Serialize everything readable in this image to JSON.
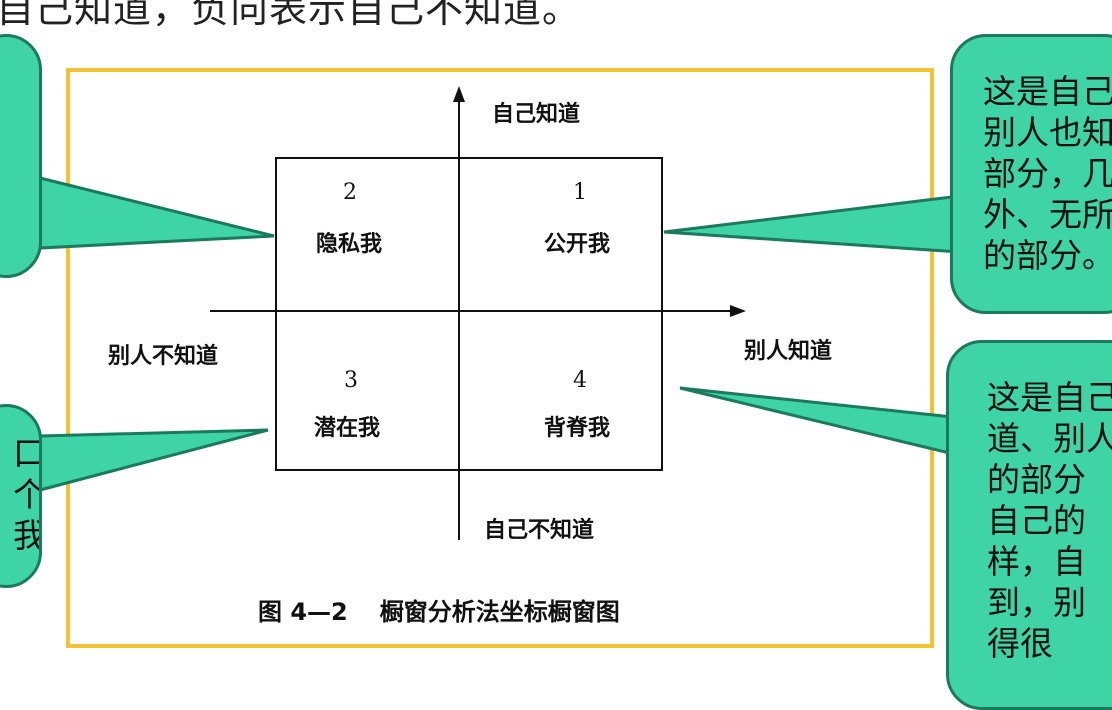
{
  "top_text": "自己知道，负向表示自己不知道。",
  "axes": {
    "top": "自己知道",
    "bottom": "自己不知道",
    "left": "别人不知道",
    "right": "别人知道"
  },
  "quadrants": [
    {
      "number": "2",
      "label": "隐私我"
    },
    {
      "number": "1",
      "label": "公开我"
    },
    {
      "number": "3",
      "label": "潜在我"
    },
    {
      "number": "4",
      "label": "背脊我"
    }
  ],
  "caption": {
    "figure_no": "图 4—2",
    "title": "橱窗分析法坐标橱窗图"
  },
  "callouts": {
    "right_top": [
      "这是自己",
      "别人也知",
      "部分，几",
      "外、无所",
      "的部分。"
    ],
    "right_bottom": [
      "这是自己",
      "道、别人",
      "的部分",
      "自己的",
      "样，自",
      "到，别",
      "得很"
    ],
    "left_top": [
      "",
      "",
      ""
    ],
    "left_bottom": [
      "口",
      "个",
      "我"
    ]
  },
  "colors": {
    "callout_fill": "#3fd4a6",
    "callout_border": "#1c7a5c",
    "frame_border": "#f2c233"
  }
}
